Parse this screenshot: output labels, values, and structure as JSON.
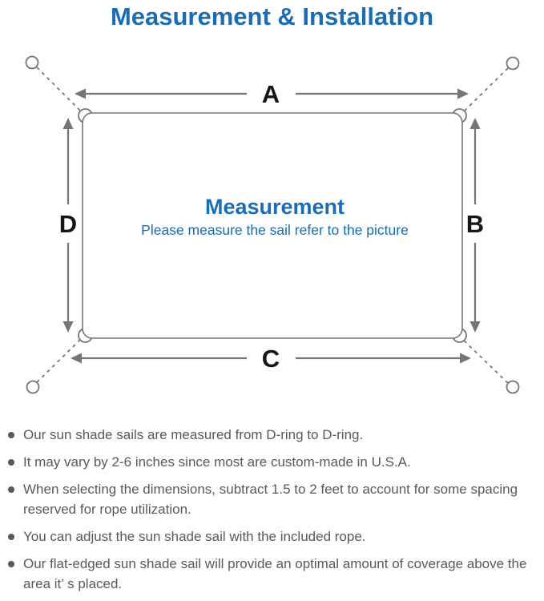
{
  "title": "Measurement & Installation",
  "diagram": {
    "labels": {
      "top": "A",
      "right": "B",
      "bottom": "C",
      "left": "D"
    },
    "center_heading": "Measurement",
    "center_subtitle": "Please measure the sail refer to the picture"
  },
  "bullets": [
    "Our sun shade sails are measured from D-ring to D-ring.",
    "It may vary by 2-6 inches since most are custom-made in U.S.A.",
    "When selecting the dimensions, subtract 1.5 to 2 feet to account for some spacing reserved for rope utilization.",
    "You can adjust the sun shade sail with the included rope.",
    "Our flat-edged sun shade sail will provide an optimal amount of coverage above the area it’ s placed."
  ],
  "colors": {
    "accent_blue": "#1a6cb3",
    "line_gray": "#757575",
    "text_gray": "#58595b",
    "label_black": "#161616"
  }
}
